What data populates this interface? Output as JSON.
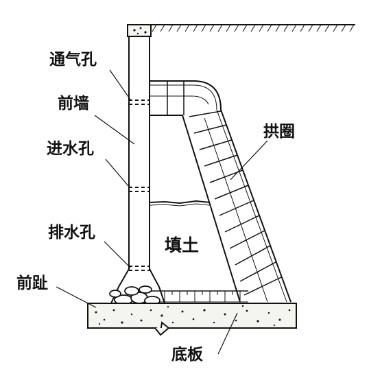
{
  "labels": {
    "vent_hole": "通气孔",
    "front_wall": "前墙",
    "inlet_hole": "进水孔",
    "drain_hole": "排水孔",
    "front_toe": "前趾",
    "backfill": "填土",
    "arch_ring": "拱圈",
    "base_slab": "底板"
  },
  "colors": {
    "ink": "#111111",
    "paper": "#ffffff",
    "concrete": "#f4f4f0"
  }
}
